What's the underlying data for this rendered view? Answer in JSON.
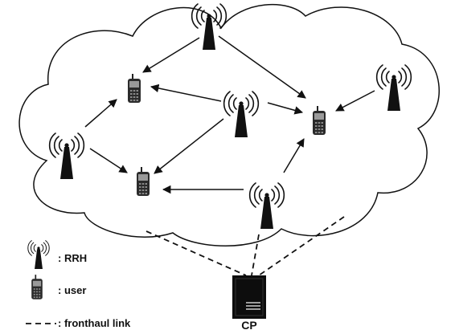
{
  "legend": {
    "rrh_label": ": RRH",
    "user_label": ": user",
    "fronthaul_label": ": fronthaul link"
  },
  "cp": {
    "label": "CP"
  },
  "icons": {
    "rrh": "antenna-tower-icon",
    "user": "mobile-phone-icon",
    "cp": "server-icon"
  },
  "colors": {
    "stroke": "#111111",
    "fill": "#ffffff"
  }
}
